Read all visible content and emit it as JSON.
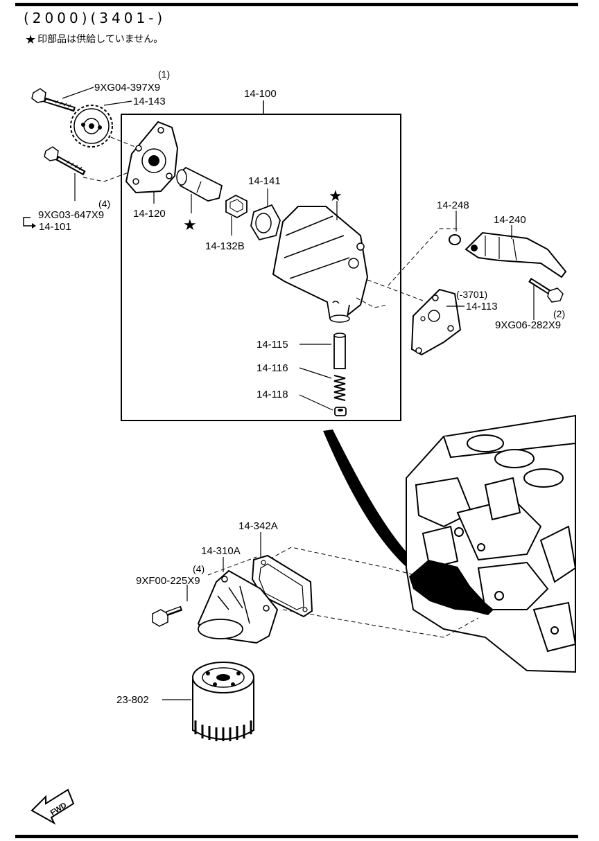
{
  "header": {
    "codes": "(2000)(3401-)",
    "note_star": "★",
    "note_text": "印部品は供給していません。"
  },
  "labels": {
    "bolt_top_qty": "(1)",
    "bolt_top": "9XG04-397X9",
    "sprocket": "14-143",
    "pump_assy": "14-100",
    "plate": "14-120",
    "bolt_mid_qty": "(4)",
    "bolt_mid": "9XG03-647X9",
    "ref_1": "14-101",
    "rotor": "14-141",
    "shaft": "14-132B",
    "oring": "14-248",
    "strainer": "14-240",
    "gasket_note": "(-3701)",
    "gasket": "14-113",
    "bolt_right_qty": "(2)",
    "bolt_right": "9XG06-282X9",
    "plunger": "14-115",
    "spring": "14-116",
    "plug": "14-118",
    "filter_gasket": "14-342A",
    "filter_body": "14-310A",
    "bolt_filter_qty": "(4)",
    "bolt_filter": "9XF00-225X9",
    "oil_filter": "23-802",
    "fwd": "FWD"
  },
  "stars": [
    "★",
    "★"
  ]
}
